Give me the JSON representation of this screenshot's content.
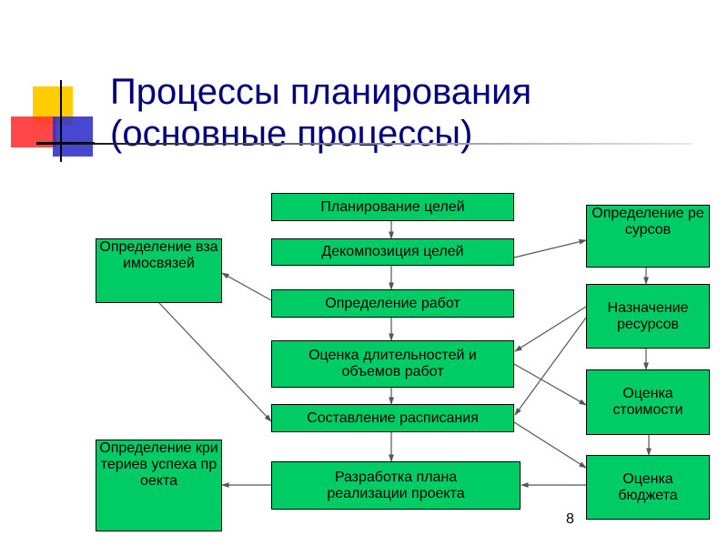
{
  "title": {
    "line1": "Процессы планирования",
    "line2": "(основные процессы)"
  },
  "page_number": "8",
  "colors": {
    "title": "#00007a",
    "node_fill": "#00cc66",
    "node_border": "#000000",
    "logo_yellow": "#ffcc00",
    "logo_red": "#ff3333",
    "logo_blue": "#3333cc"
  },
  "nodes": {
    "planning_goals": "Планирование целей",
    "decomposition_goals": "Декомпозиция целей",
    "define_work": "Определение работ",
    "estimate_durations": [
      "Оценка длительностей и",
      "объемов работ"
    ],
    "scheduling": "Составление расписания",
    "develop_plan": [
      "Разработка плана",
      "реализации проекта"
    ],
    "define_relations": "Определение взаимосвязей",
    "define_success_criteria": "Определение критериев успеха проекта",
    "define_resources": "Определение ресурсов",
    "assign_resources": [
      "Назначение",
      "ресурсов"
    ],
    "estimate_cost": [
      "Оценка",
      "стоимости"
    ],
    "estimate_budget": [
      "Оценка",
      "бюджета"
    ]
  }
}
